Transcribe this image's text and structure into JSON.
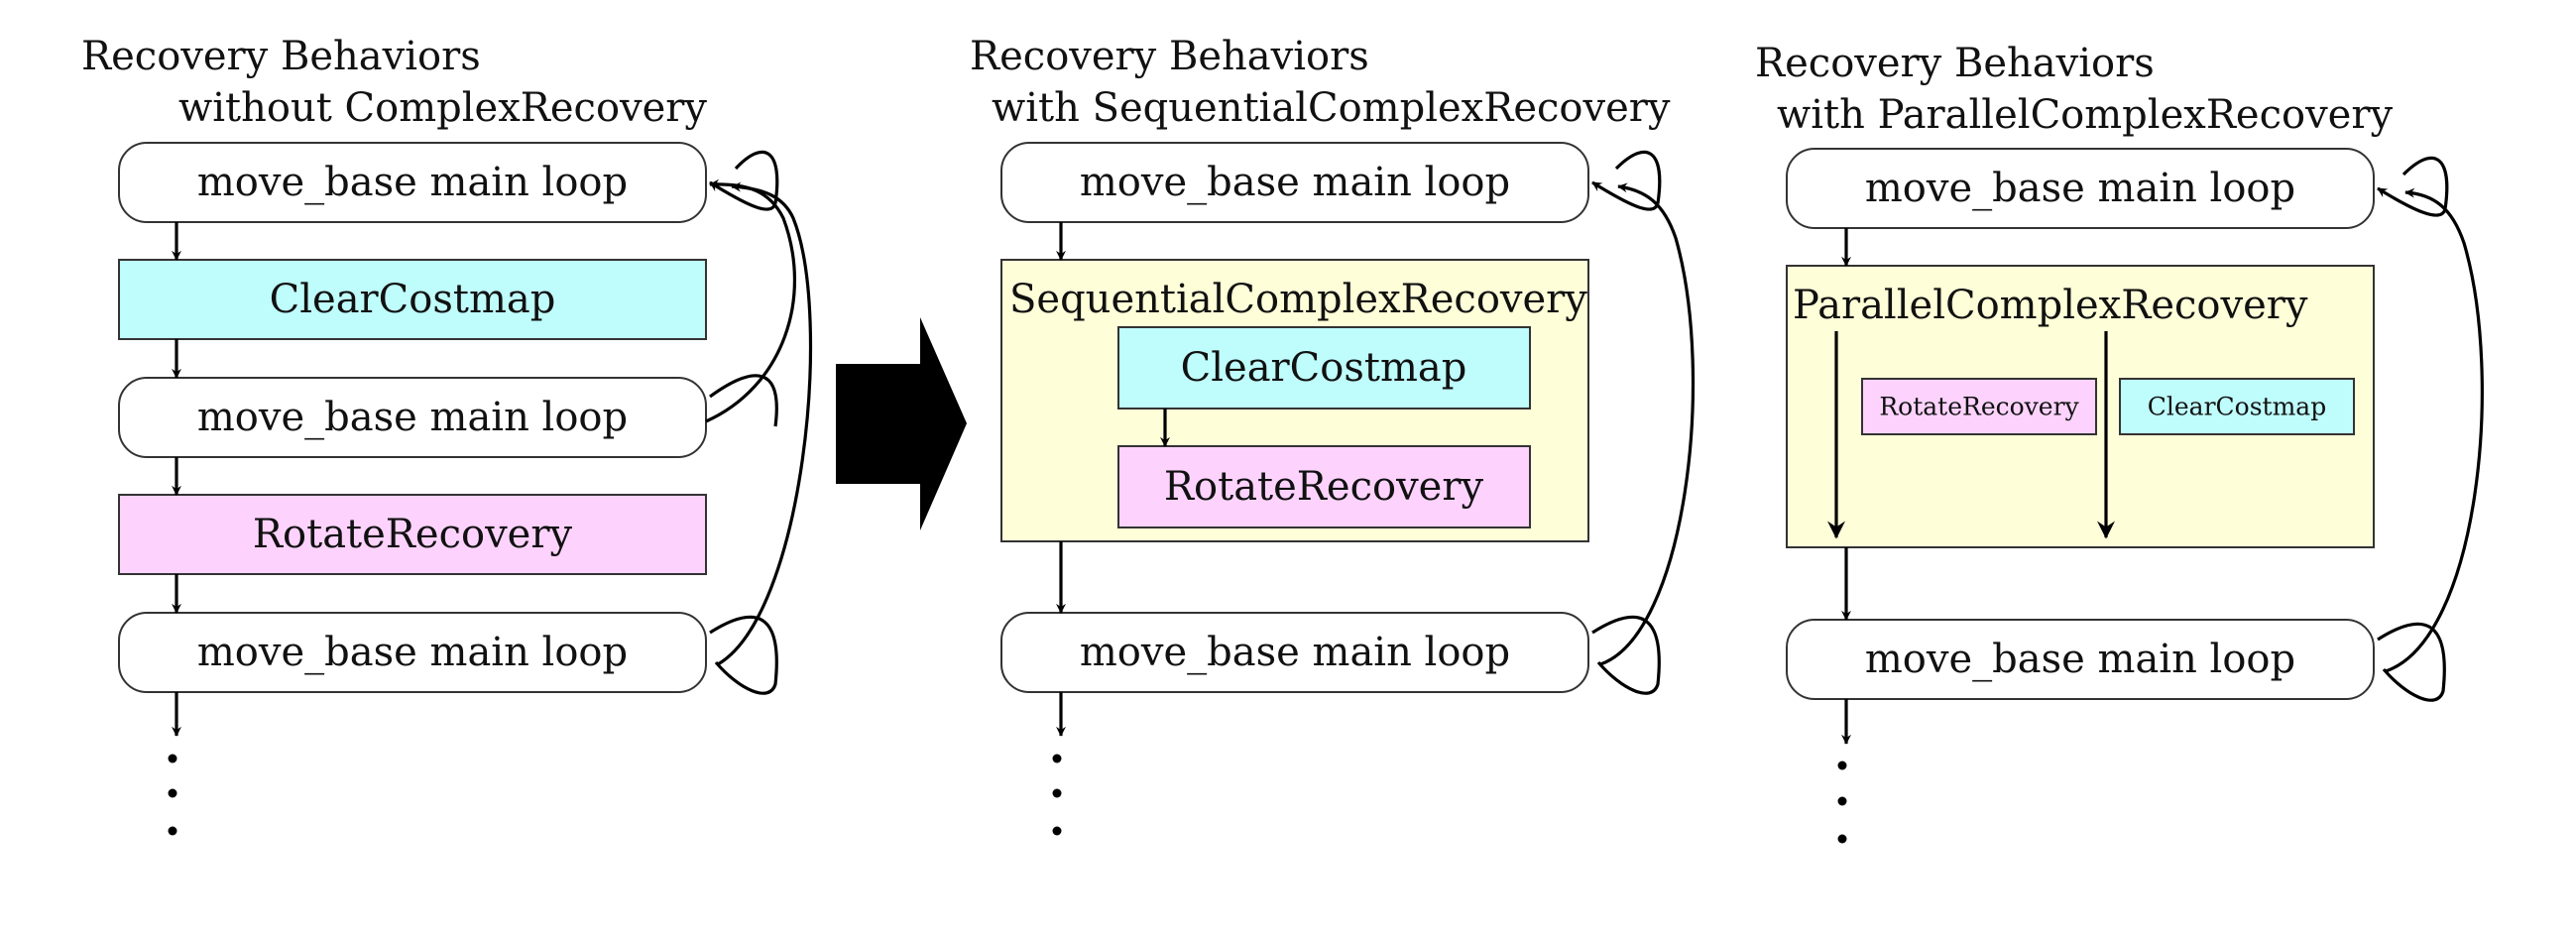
{
  "colors": {
    "clear_costmap": "#bffcfc",
    "rotate_recovery": "#fdd3fd",
    "complex_container": "#fefed8",
    "stroke": "#333333",
    "arrow": "#000000",
    "transition_arrow": "#000000"
  },
  "panels": {
    "left": {
      "title_line1": "Recovery Behaviors",
      "title_line2": "without ComplexRecovery",
      "loop1": "move_base main loop",
      "behavior1": "ClearCostmap",
      "loop2": "move_base main loop",
      "behavior2": "RotateRecovery",
      "loop3": "move_base main loop"
    },
    "middle": {
      "title_line1": "Recovery Behaviors",
      "title_line2": "with SequentialComplexRecovery",
      "loop1": "move_base main loop",
      "container": "SequentialComplexRecovery",
      "behavior1": "ClearCostmap",
      "behavior2": "RotateRecovery",
      "loop2": "move_base main loop"
    },
    "right": {
      "title_line1": "Recovery Behaviors",
      "title_line2": "with ParallelComplexRecovery",
      "loop1": "move_base main loop",
      "container": "ParallelComplexRecovery",
      "behavior1": "RotateRecovery",
      "behavior2": "ClearCostmap",
      "loop2": "move_base main loop"
    }
  }
}
